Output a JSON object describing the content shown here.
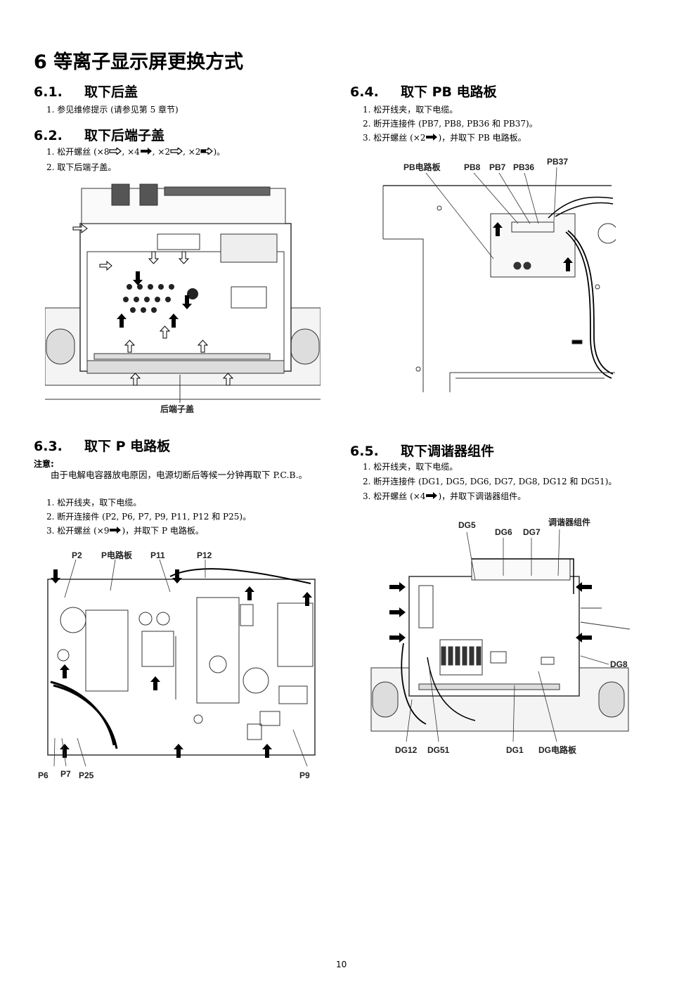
{
  "title": "6   等离子显示屏更换方式",
  "sections": {
    "s61": {
      "num": "6.1.",
      "title": "取下后盖",
      "steps": [
        "1. 参见维修提示 (请参见第 5 章节)"
      ]
    },
    "s62": {
      "num": "6.2.",
      "title": "取下后端子盖",
      "steps": [
        "1. 松开螺丝 (×8",
        ", ×4",
        ", ×2",
        ", ×2",
        ")。",
        "2. 取下后端子盖。"
      ],
      "figure_label": "后端子盖"
    },
    "s63": {
      "num": "6.3.",
      "title": "取下 P 电路板",
      "note_label": "注意:",
      "note_text": "由于电解电容器放电原因，电源切断后等候一分钟再取下 P.C.B.。",
      "steps": [
        "1. 松开线夹，取下电缆。",
        "2. 断开连接件 (P2, P6, P7, P9, P11, P12 和 P25)。",
        "3. 松开螺丝 (×9",
        ")，并取下 P 电路板。"
      ],
      "figure_labels": [
        "P2",
        "P电路板",
        "P11",
        "P12",
        "P6",
        "P7",
        "P25",
        "P9"
      ]
    },
    "s64": {
      "num": "6.4.",
      "title": "取下 PB 电路板",
      "steps": [
        "1. 松开线夹，取下电缆。",
        "2. 断开连接件 (PB7, PB8, PB36 和 PB37)。",
        "3. 松开螺丝 (×2",
        ")，并取下 PB 电路板。"
      ],
      "figure_labels": [
        "PB电路板",
        "PB8",
        "PB7",
        "PB36",
        "PB37"
      ]
    },
    "s65": {
      "num": "6.5.",
      "title": "取下调谐器组件",
      "steps": [
        "1. 松开线夹，取下电缆。",
        "2. 断开连接件 (DG1, DG5, DG6, DG7, DG8, DG12 和 DG51)。",
        "3. 松开螺丝 (×4",
        ")，并取下调谐器组件。"
      ],
      "figure_labels": [
        "DG5",
        "DG6",
        "DG7",
        "调谐器组件",
        "DG8",
        "DG12",
        "DG51",
        "DG1",
        "DG电路板"
      ]
    }
  },
  "page_number": "10"
}
